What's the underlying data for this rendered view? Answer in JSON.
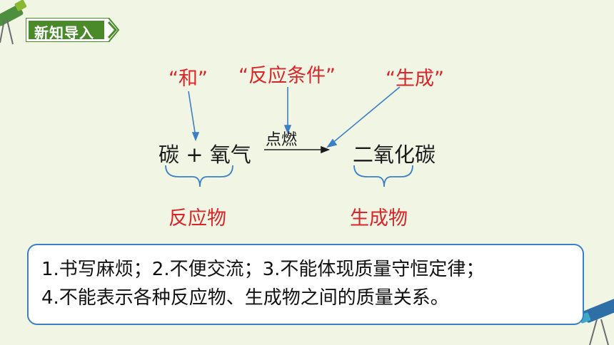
{
  "header": {
    "title": "新知导入"
  },
  "labels": {
    "he": "“和”",
    "condition": "“反应条件”",
    "produce": "“生成”"
  },
  "equation": {
    "left": "碳 + 氧气",
    "condition": "点燃",
    "right": "二氧化碳"
  },
  "groups": {
    "reactants": "反应物",
    "products": "生成物"
  },
  "note": {
    "line1": "1.书写麻烦；2.不便交流；3.不能体现质量守恒定律；",
    "line2": "4.不能表示各种反应物、生成物之间的质量关系。"
  },
  "colors": {
    "accent_green": "#4a8a2a",
    "label_red": "#d9262a",
    "arrow_blue": "#3b7fc4",
    "background": "#f1f5e4"
  },
  "icons": [
    "telescope-icon-top-left",
    "telescope-icon-bottom-right"
  ]
}
